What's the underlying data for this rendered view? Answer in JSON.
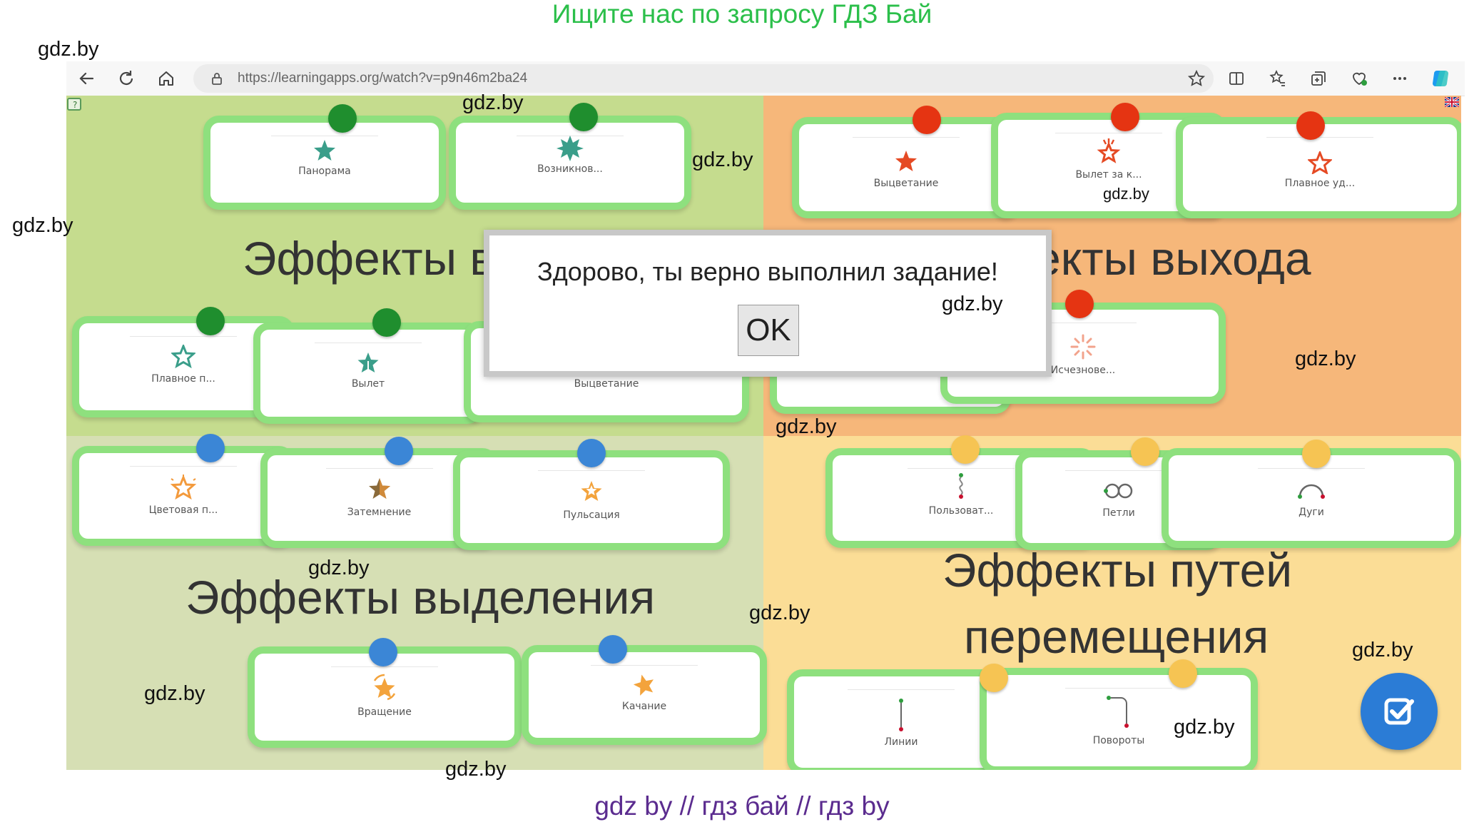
{
  "banner": {
    "top": "Ищите нас по запросу ГДЗ Бай",
    "bottom": "gdz by  //  гдз бай  //  гдз by"
  },
  "watermark": "gdz.by",
  "browser": {
    "url": "https://learningapps.org/watch?v=p9n46m2ba24"
  },
  "zones": {
    "entrance_title": "Эффекты в",
    "exit_title": "екты выхода",
    "emphasis_title": "Эффекты выделения",
    "paths_title_line1": "Эффекты путей",
    "paths_title_line2": "перемещения"
  },
  "cards": {
    "c1": "Панорама",
    "c2": "Возникнов...",
    "c3": "Плавное п...",
    "c4": "Вылет",
    "c5": "Выцветание",
    "c6": "Выцветание",
    "c7": "Вылет за к...",
    "c8": "Плавное уд...",
    "c9": "Исчезнове...",
    "c10": "Цветовая п...",
    "c11": "Затемнение",
    "c12": "Пульсация",
    "c13": "Вращение",
    "c14": "Качание",
    "c15": "Пользоват...",
    "c16": "Петли",
    "c17": "Дуги",
    "c18": "Линии",
    "c19": "Повороты"
  },
  "dialog": {
    "message": "Здорово, ты верно выполнил задание!",
    "ok": "OK"
  },
  "colors": {
    "card_border": "#8ee07e",
    "pin_green": "#1f8e2e",
    "pin_red": "#e53412",
    "pin_blue": "#3b86d6",
    "pin_yellow": "#f6c453"
  },
  "icons": [
    "back-icon",
    "reload-icon",
    "home-icon",
    "lock-icon",
    "favorite-star-icon",
    "reading-view-icon",
    "favorites-icon",
    "collections-icon",
    "browser-essentials-icon",
    "more-icon",
    "copilot-icon",
    "check-icon"
  ]
}
